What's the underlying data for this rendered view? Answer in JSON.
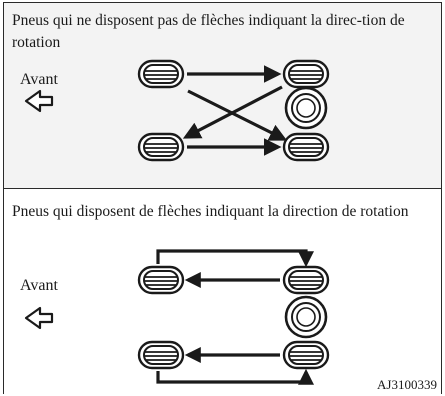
{
  "top_panel": {
    "description": "Pneus qui ne disposent pas de flèches indiquant la direc-tion de rotation",
    "front_label": "Avant"
  },
  "bottom_panel": {
    "description": "Pneus qui disposent de flèches indiquant la direction de rotation",
    "front_label": "Avant"
  },
  "figure_code": "AJ3100339",
  "colors": {
    "frame": "#2a2a2a",
    "top_background": "#f3f3f3",
    "tire_stroke": "#1a1a1a",
    "tire_fill": "#ffffff"
  },
  "icons": [
    "front-arrow-icon",
    "tire-icon",
    "spare-tire-icon"
  ]
}
